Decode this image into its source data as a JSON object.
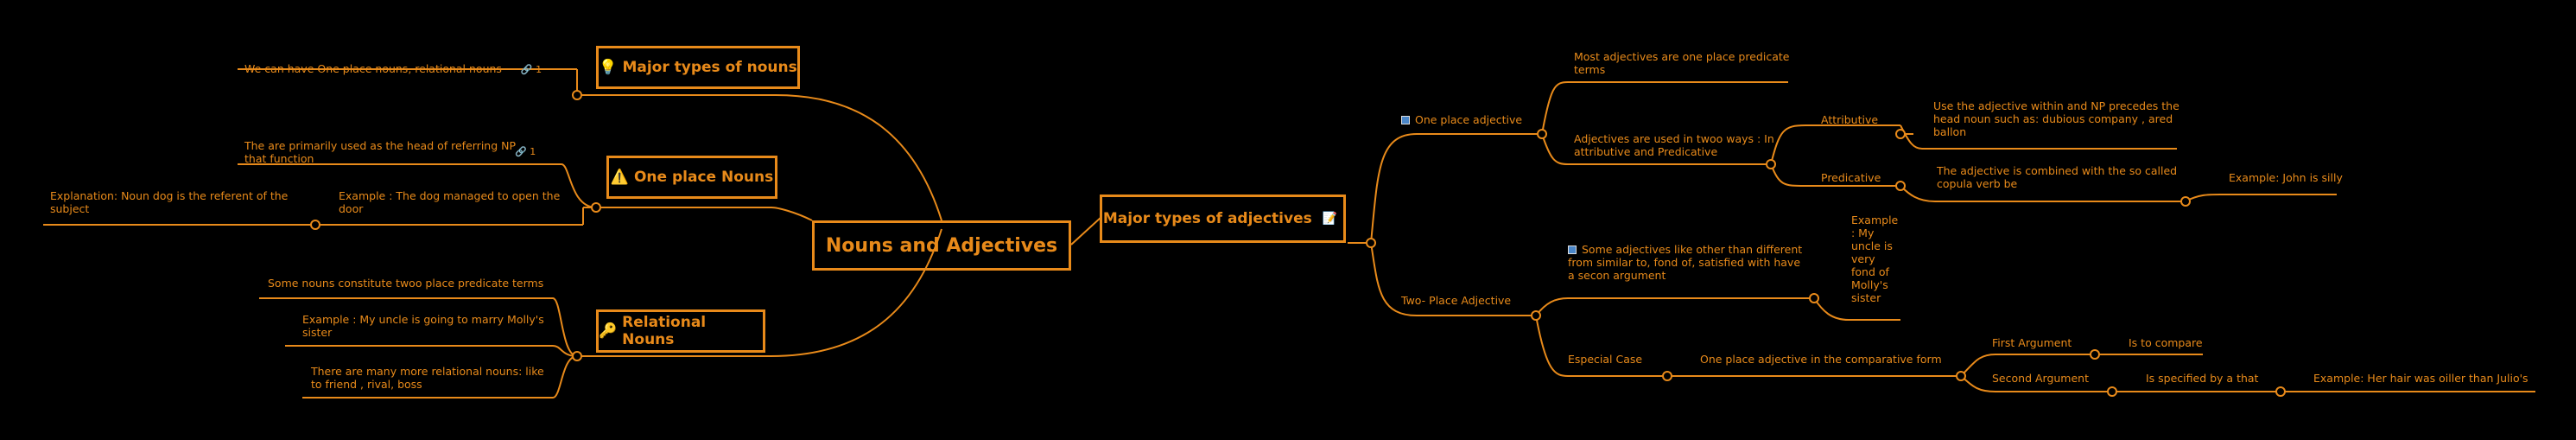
{
  "root": "Nouns and Adjectives",
  "left": {
    "types_nouns": {
      "title": "Major types of nouns",
      "icon": "lightbulb-icon",
      "children": [
        "We can have One place nouns, relational nouns"
      ],
      "link_count": "1"
    },
    "one_place": {
      "title": "One place Nouns",
      "icon": "warning-icon",
      "head": "The are primarily used as the head of referring NP that function",
      "head_link_count": "1",
      "example": "Example : The dog managed to open the door",
      "explanation": "Explanation: Noun dog is the referent of the subject"
    },
    "relational": {
      "title": "Relational Nouns",
      "icon": "key-icon",
      "children": [
        "Some nouns constitute twoo place predicate terms",
        "Example : My uncle is going to marry Molly's sister",
        "There are many more relational nouns: like to friend , rival, boss"
      ]
    }
  },
  "right": {
    "title": "Major types of adjectives",
    "icon": "notes-icon",
    "one_place": {
      "label": "One place adjective",
      "most": "Most adjectives are one place predicate terms",
      "two_ways": "Adjectives are used in twoo ways : In attributive and Predicative",
      "attributive": "Attributive",
      "attributive_desc": "Use the adjective within and NP precedes the head noun such as: dubious company , ared ballon",
      "predicative": "Predicative",
      "predicative_desc": "The adjective is combined with the so called copula verb be",
      "predicative_example": "Example: John is silly"
    },
    "two_place": {
      "label": "Two- Place Adjective",
      "some": "Some adjectives like other than different from similar to, fond of, satisfied with have a secon argument",
      "example": "Example : My uncle is very fond of Molly's sister",
      "special": "Especial Case",
      "comparative": "One place adjective in the comparative form",
      "first": "First Argument",
      "first_val": "Is to compare",
      "second": "Second Argument",
      "second_val": "Is specified by a that",
      "second_example": "Example: Her hair was oiller than Julio's"
    }
  },
  "colors": {
    "accent": "#e88a1a",
    "background": "#000000"
  }
}
